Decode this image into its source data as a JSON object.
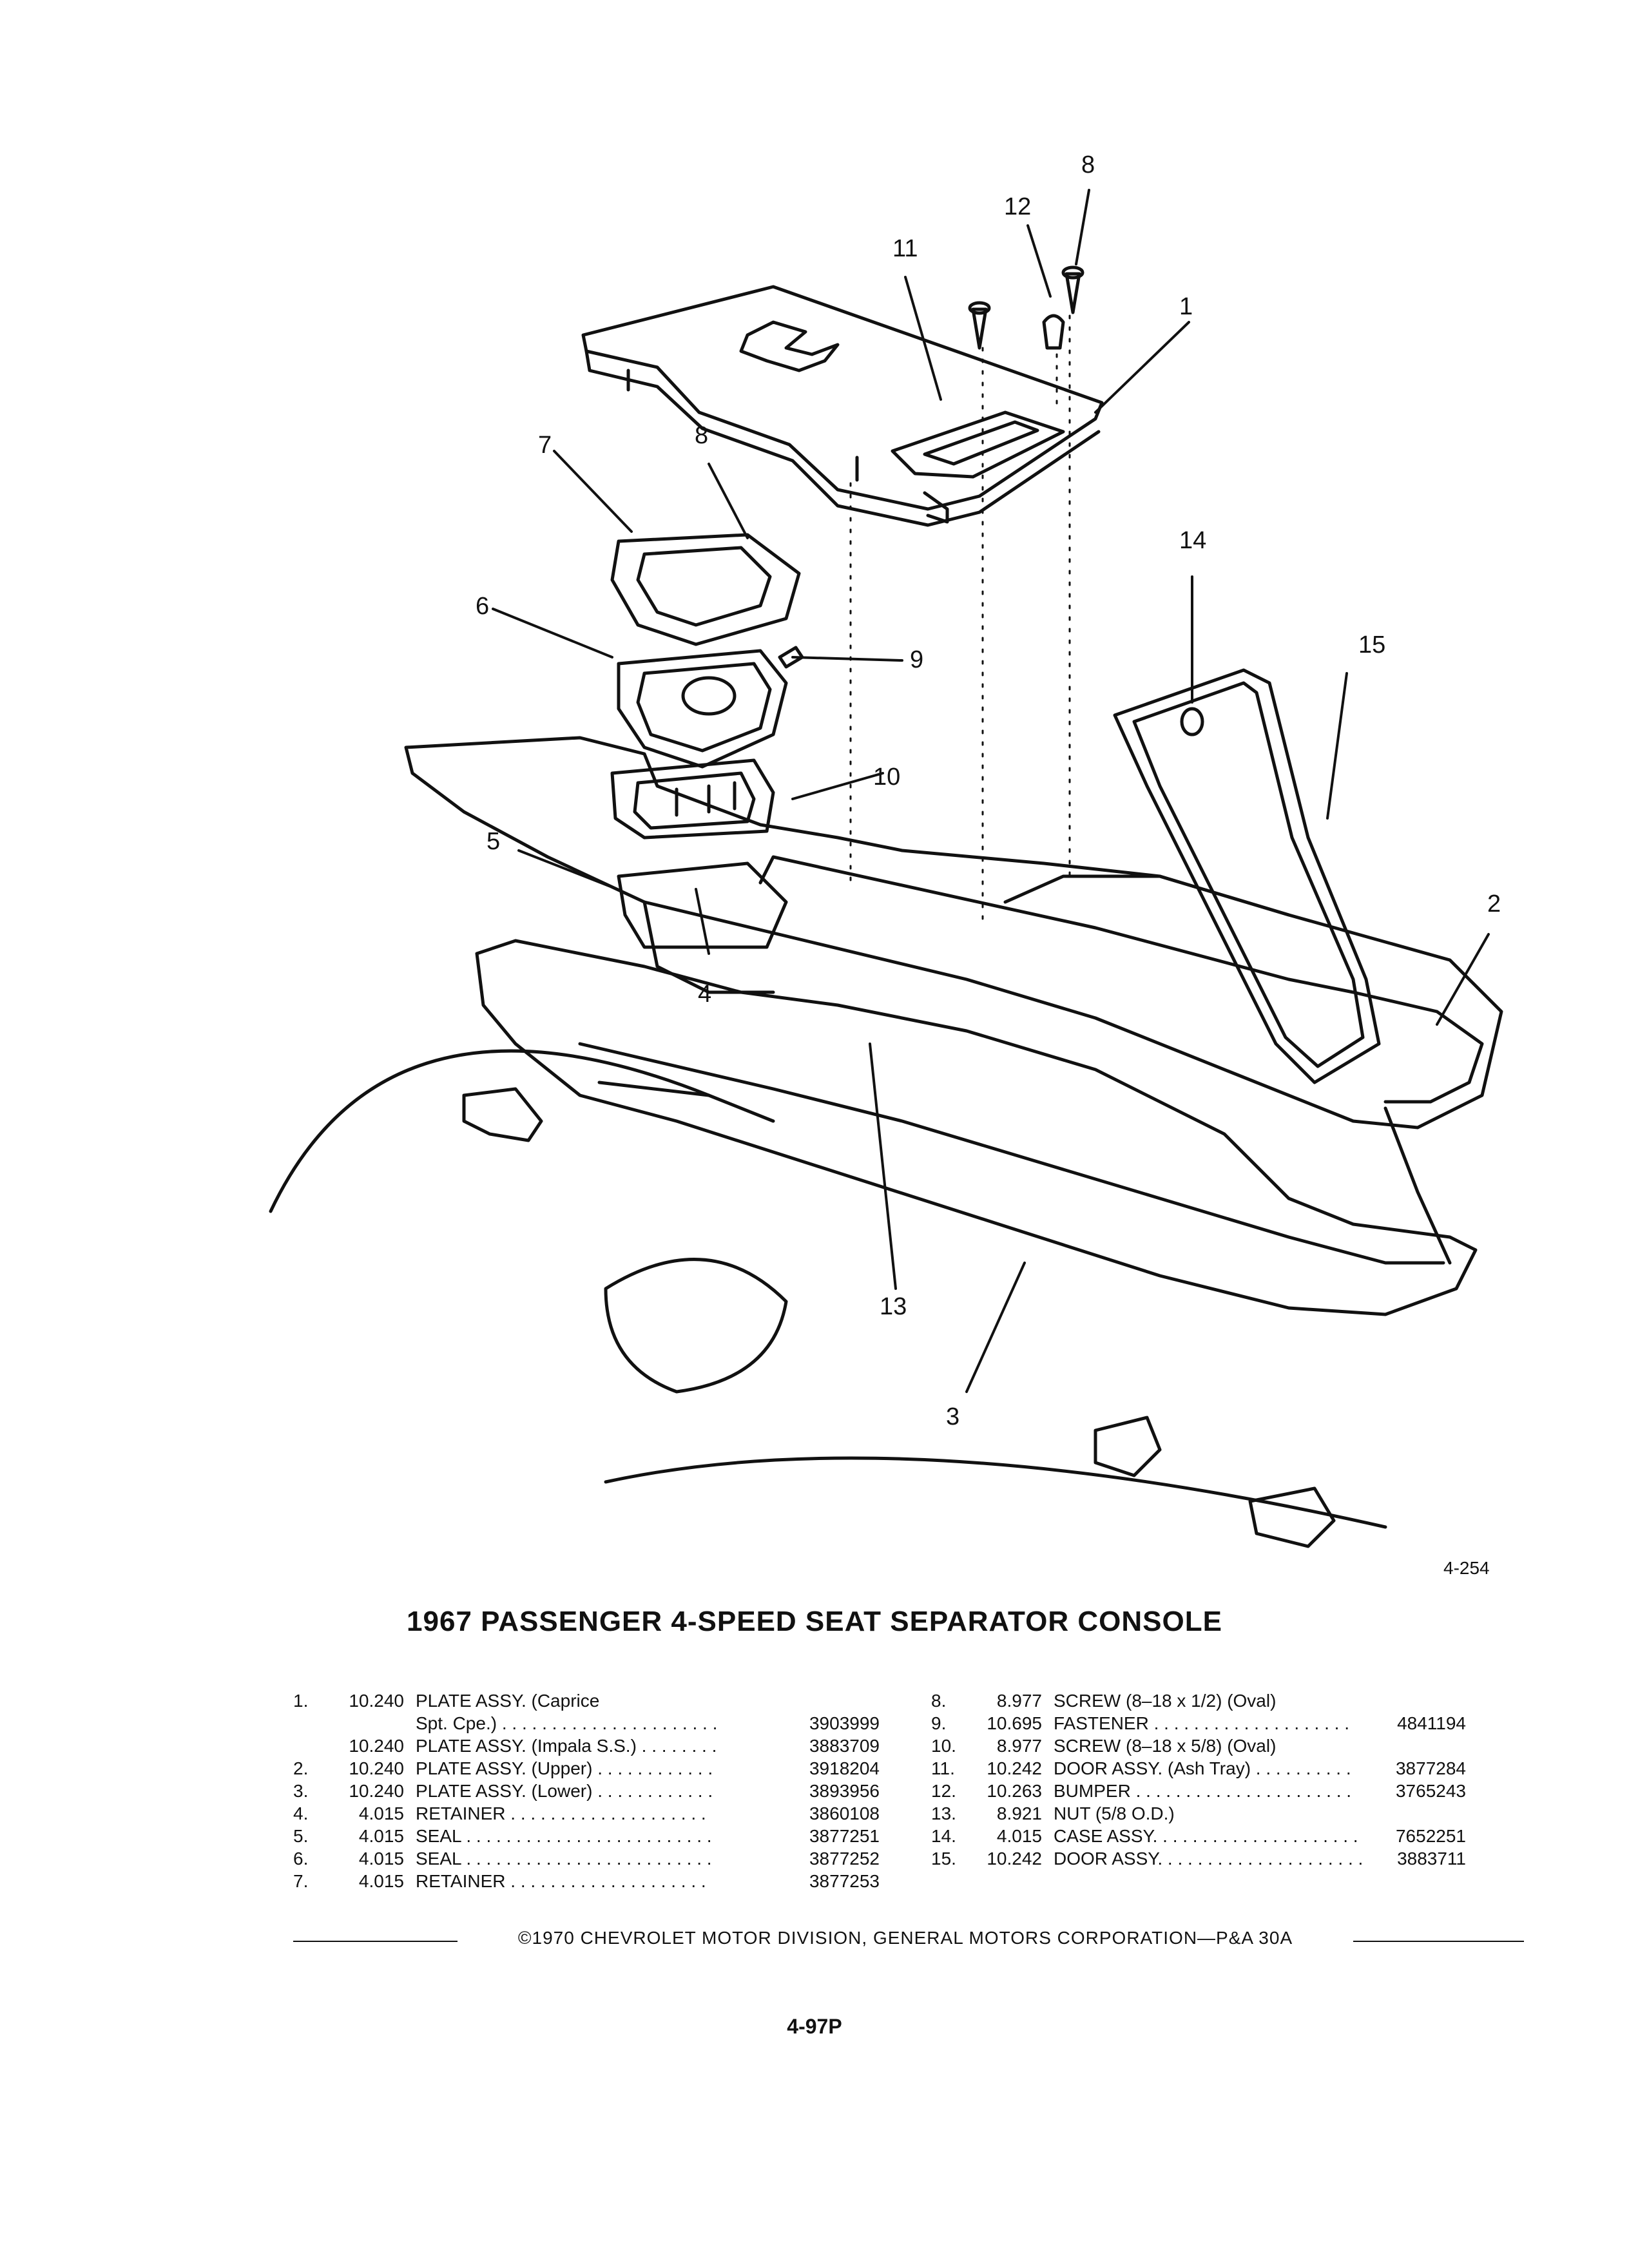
{
  "callouts": {
    "c8a": "8",
    "c12": "12",
    "c11": "11",
    "c1": "1",
    "c7": "7",
    "c8b": "8",
    "c14": "14",
    "c6": "6",
    "c9": "9",
    "c15": "15",
    "c10": "10",
    "c5": "5",
    "c2": "2",
    "c4": "4",
    "c13": "13",
    "c3": "3"
  },
  "figure_id": "4-254",
  "title": "1967 PASSENGER 4-SPEED SEAT SEPARATOR CONSOLE",
  "parts_left": [
    {
      "num": "1.",
      "group": "10.240",
      "desc": "PLATE ASSY. (Caprice",
      "part": ""
    },
    {
      "num": "",
      "group": "",
      "desc": "Spt. Cpe.) . . . . . . . . . . . . . . . . . . . . . .",
      "part": "3903999"
    },
    {
      "num": "",
      "group": "10.240",
      "desc": "PLATE ASSY. (Impala S.S.) . . . . . . . .",
      "part": "3883709"
    },
    {
      "num": "2.",
      "group": "10.240",
      "desc": "PLATE ASSY. (Upper) . . . . . . . . . . . .",
      "part": "3918204"
    },
    {
      "num": "3.",
      "group": "10.240",
      "desc": "PLATE ASSY. (Lower) . . . . . . . . . . . .",
      "part": "3893956"
    },
    {
      "num": "4.",
      "group": "4.015",
      "desc": "RETAINER . . . . . . . . . . . . . . . . . . . .",
      "part": "3860108"
    },
    {
      "num": "5.",
      "group": "4.015",
      "desc": "SEAL . . . . . . . . . . . . . . . . . . . . . . . . .",
      "part": "3877251"
    },
    {
      "num": "6.",
      "group": "4.015",
      "desc": "SEAL . . . . . . . . . . . . . . . . . . . . . . . . .",
      "part": "3877252"
    },
    {
      "num": "7.",
      "group": "4.015",
      "desc": "RETAINER . . . . . . . . . . . . . . . . . . . .",
      "part": "3877253"
    }
  ],
  "parts_right": [
    {
      "num": "8.",
      "group": "8.977",
      "desc": "SCREW (8–18 x 1/2) (Oval)",
      "part": ""
    },
    {
      "num": "9.",
      "group": "10.695",
      "desc": "FASTENER . . . . . . . . . . . . . . . . . . . .",
      "part": "4841194"
    },
    {
      "num": "10.",
      "group": "8.977",
      "desc": "SCREW (8–18 x 5/8) (Oval)",
      "part": ""
    },
    {
      "num": "11.",
      "group": "10.242",
      "desc": "DOOR ASSY. (Ash Tray) . . . . . . . . . .",
      "part": "3877284"
    },
    {
      "num": "12.",
      "group": "10.263",
      "desc": "BUMPER . . . . . . . . . . . . . . . . . . . . . .",
      "part": "3765243"
    },
    {
      "num": "13.",
      "group": "8.921",
      "desc": "NUT (5/8 O.D.)",
      "part": ""
    },
    {
      "num": "14.",
      "group": "4.015",
      "desc": "CASE ASSY. . . . . . . . . . . . . . . . . . . . .",
      "part": "7652251"
    },
    {
      "num": "15.",
      "group": "10.242",
      "desc": "DOOR ASSY. . . . . . . . . . . . . . . . . . . . .",
      "part": "3883711"
    }
  ],
  "footer": "©1970 CHEVROLET MOTOR DIVISION, GENERAL MOTORS CORPORATION—P&A 30A",
  "page_number": "4-97P"
}
